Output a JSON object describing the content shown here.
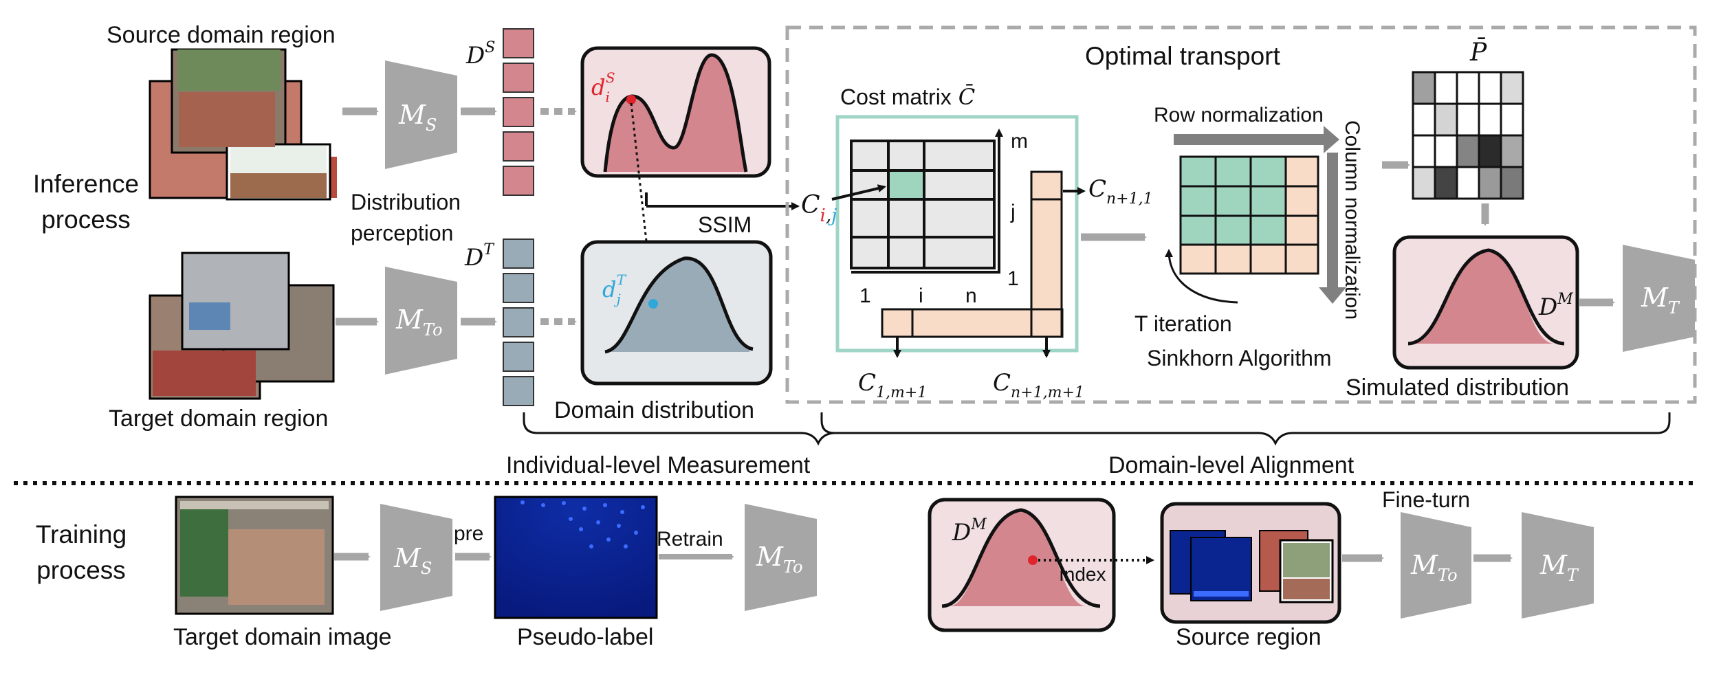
{
  "labels": {
    "inference_process": [
      "Inference",
      "process"
    ],
    "training_process": [
      "Training",
      "process"
    ],
    "source_domain_region": "Source domain region",
    "target_domain_region": "Target domain region",
    "distribution_perception": [
      "Distribution",
      "perception"
    ],
    "domain_distribution": "Domain distribution",
    "optimal_transport": "Optimal transport",
    "cost_matrix": "Cost matrix",
    "ssim": "SSIM",
    "row_normalization": "Row normalization",
    "column_normalization": "Column normalization",
    "t_iteration": "T iteration",
    "sinkhorn": "Sinkhorn Algorithm",
    "simulated_distribution": "Simulated distribution",
    "individual_level": "Individual-level Measurement",
    "domain_level": "Domain-level Alignment",
    "target_domain_image": "Target domain image",
    "pseudo_label": "Pseudo-label",
    "pre": "pre",
    "retrain": "Retrain",
    "fine_turn": "Fine-turn",
    "index": "Index",
    "source_region": "Source region"
  },
  "math": {
    "ms_base": "M",
    "ms_sub": "S",
    "mto_base": "M",
    "mto_sub": "To",
    "mt_base": "M",
    "mt_sub": "T",
    "ds_base": "D",
    "ds_sup": "S",
    "dt_base": "D",
    "dt_sup": "T",
    "dm_base": "D",
    "dm_sup": "M",
    "dis_base": "d",
    "dis_sub": "i",
    "dis_sup": "S",
    "djt_base": "d",
    "djt_sub": "j",
    "djt_sup": "T",
    "cbar": "C̄",
    "pbar": "P̄",
    "cij_base": "C",
    "cij_i": "i",
    "cij_comma": ",",
    "cij_j": "j",
    "cn1_base": "C",
    "cn1_sub": "n+1,1",
    "c1m_base": "C",
    "c1m_sub": "1,m+1",
    "cnm_base": "C",
    "cnm_sub": "n+1,m+1"
  },
  "axes": {
    "m": "m",
    "j": "j",
    "one_y": "1",
    "one_x": "1",
    "i": "i",
    "n": "n"
  },
  "colors": {
    "model_gray": "#a6a6a6",
    "source_bar": "#d4868e",
    "source_panel": "#f1dfe2",
    "target_bar": "#9aabb8",
    "target_panel": "#e4e8eb",
    "cost_frame": "#9fd4c6",
    "cell_green": "#9fd4bf",
    "cell_peach": "#f8dcc8",
    "point_red": "#e0242c",
    "point_blue": "#30a7d9",
    "heatmap_dark": "#081a7e"
  },
  "p_matrix_shades": [
    [
      "#a0a0a0",
      "#ffffff",
      "#ffffff",
      "#ffffff",
      "#dadada"
    ],
    [
      "#ffffff",
      "#d4d4d4",
      "#ffffff",
      "#ffffff",
      "#ffffff"
    ],
    [
      "#ffffff",
      "#ffffff",
      "#848484",
      "#2b2b2b",
      "#a9a9a9"
    ],
    [
      "#d9d9d9",
      "#444444",
      "#ffffff",
      "#9a9a9a",
      "#7a7a7a"
    ]
  ]
}
